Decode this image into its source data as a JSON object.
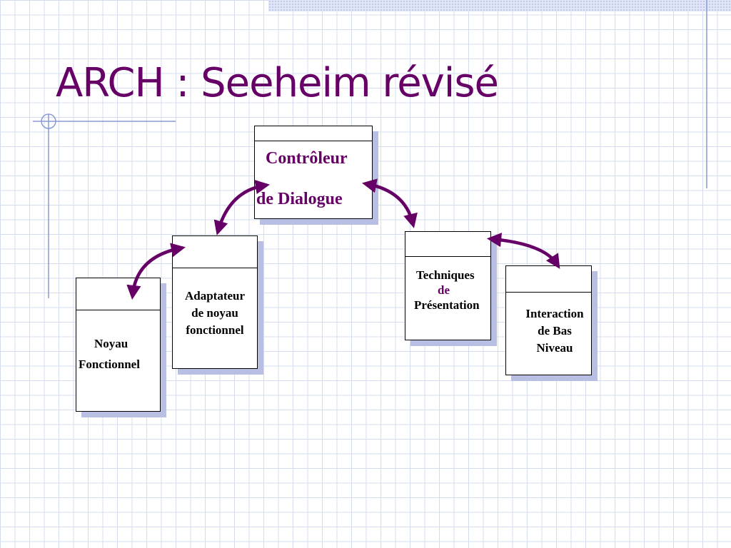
{
  "slide": {
    "title": "ARCH : Seeheim révisé"
  },
  "diagram": {
    "controleur": {
      "line1": "Contrôleur",
      "line2": "de Dialogue"
    },
    "adaptateur": {
      "line1": "Adaptateur",
      "line2": "de noyau",
      "line3": "fonctionnel"
    },
    "noyau": {
      "line1": "Noyau",
      "line2": "Fonctionnel"
    },
    "techniques": {
      "line1": "Techniques",
      "line2": "de",
      "line3": "Présentation"
    },
    "interaction": {
      "line1": "Interaction",
      "line2": "de Bas",
      "line3": "Niveau"
    }
  },
  "colors": {
    "title": "#660066",
    "arrow": "#660066",
    "box_shadow": "#b8bfe3",
    "grid": "#d6dcef"
  }
}
